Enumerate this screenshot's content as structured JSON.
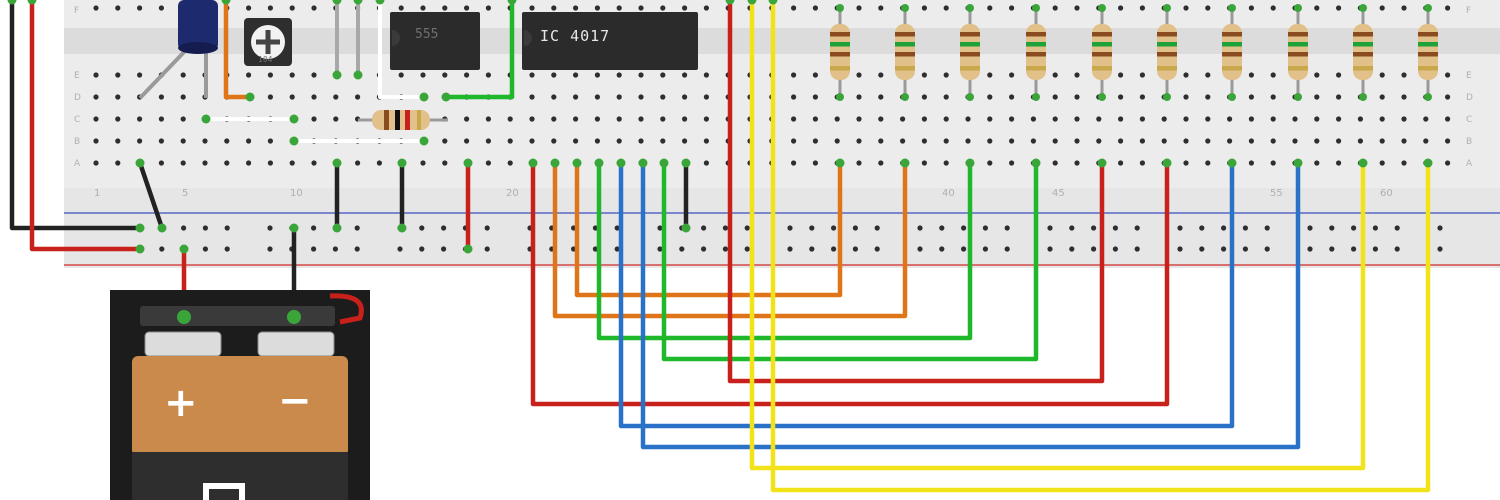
{
  "breadboard": {
    "row_letters_upper": [
      "E",
      "D",
      "C",
      "B",
      "A"
    ],
    "row_letter_top": "F",
    "column_numbers": [
      "1",
      "5",
      "10",
      "20",
      "40",
      "45",
      "55",
      "60"
    ]
  },
  "chips": {
    "timer_label": "555",
    "counter_label": "IC 4017"
  },
  "potentiometer": {
    "marking": "104"
  },
  "battery": {
    "plus_label": "+",
    "minus_label": "−"
  },
  "colors": {
    "red_wire": "#c8201a",
    "black_wire": "#222222",
    "orange_wire": "#e07418",
    "green_wire": "#1fb82a",
    "blue_wire": "#2a72c8",
    "yellow_wire": "#f2e21a",
    "board": "#ebebeb",
    "battery_copper": "#c98a4c",
    "battery_body": "#2a2a2a",
    "led_pin": "#3aa63a",
    "power_rail_blue": "#3a4ec0",
    "power_rail_red": "#d02a2a"
  }
}
